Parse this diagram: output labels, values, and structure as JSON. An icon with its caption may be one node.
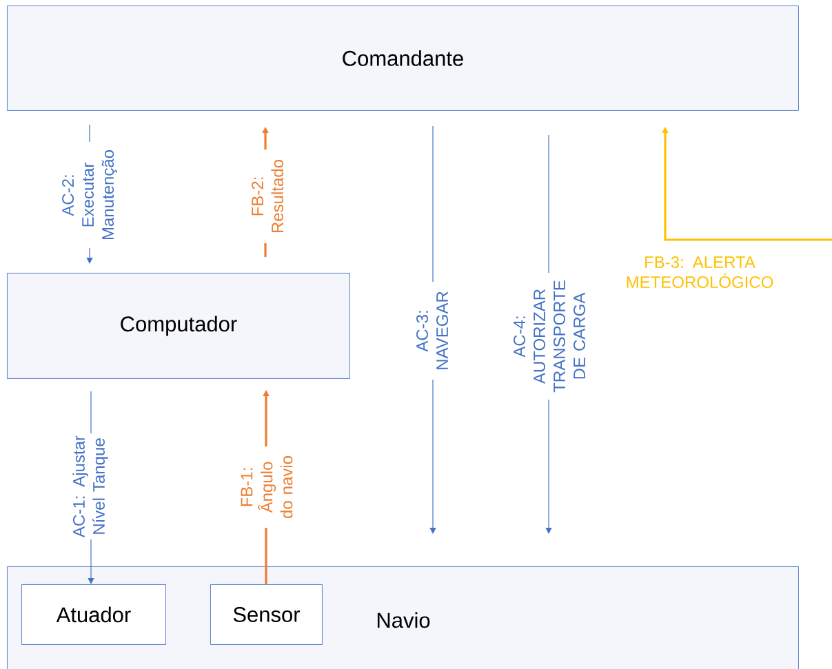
{
  "diagram": {
    "nodes": [
      {
        "text": [
          "Comandante"
        ]
      },
      {
        "text": [
          "Computador"
        ]
      },
      {
        "text": [
          "Navio"
        ]
      },
      {
        "text": [
          "Atuador"
        ],
        "in": 2
      },
      {
        "text": [
          "Sensor"
        ],
        "in": 2
      }
    ],
    "edges": [
      {
        "from": 0,
        "to": 1,
        "arrow": "to",
        "label": "AC-2: Executar Manutenção"
      },
      {
        "from": 1,
        "to": 0,
        "arrow": "to",
        "label": "FB-2: Resultado",
        "style": "thick",
        "color": "#ed7d31"
      },
      {
        "from": 0,
        "to": 2,
        "arrow": "to",
        "label": "AC-3: NAVEGAR"
      },
      {
        "from": 0,
        "to": 2,
        "arrow": "to",
        "label": "AC-4: AUTORIZAR TRANSPORTE DE CARGA"
      },
      {
        "from": null,
        "to": 0,
        "arrow": "to",
        "label": "FB-3: ALERTA METEOROLÓGICO",
        "style": "thick",
        "color": "#ffc000"
      },
      {
        "from": 1,
        "to": 3,
        "arrow": "to",
        "label": "AC-1: Ajustar Nível Tanque"
      },
      {
        "from": 4,
        "to": 1,
        "arrow": "to",
        "label": "FB-1: Ângulo do navio",
        "style": "thick",
        "color": "#ed7d31"
      }
    ]
  }
}
